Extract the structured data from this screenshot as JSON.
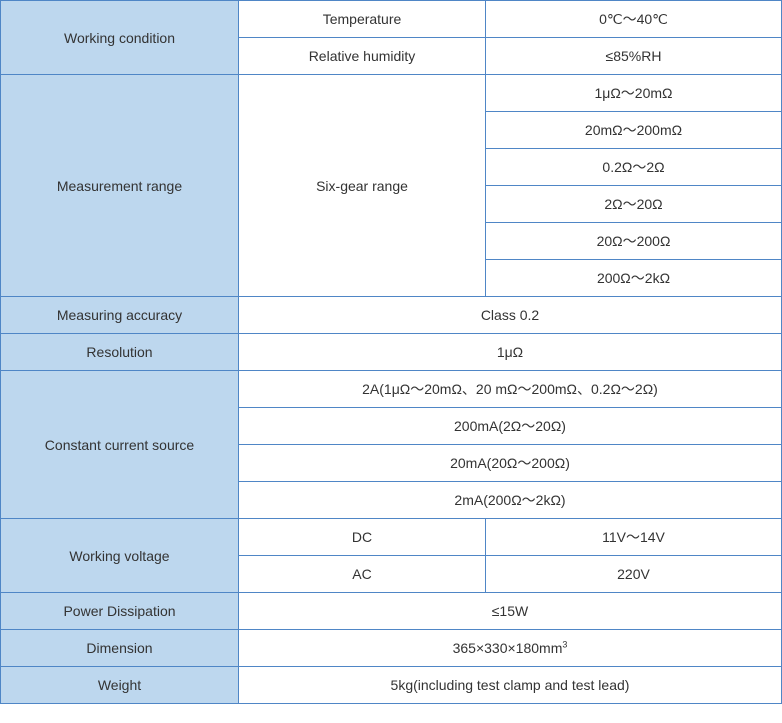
{
  "table": {
    "working_condition": {
      "label": "Working condition",
      "temperature_label": "Temperature",
      "temperature_value": "0℃～40℃",
      "humidity_label": "Relative humidity",
      "humidity_value": "≤85%RH"
    },
    "measurement_range": {
      "label": "Measurement range",
      "gear_label": "Six-gear range",
      "ranges": [
        "1μΩ～20mΩ",
        "20mΩ～200mΩ",
        "0.2Ω～2Ω",
        "2Ω～20Ω",
        "20Ω～200Ω",
        "200Ω～2kΩ"
      ]
    },
    "measuring_accuracy": {
      "label": "Measuring accuracy",
      "value": "Class 0.2"
    },
    "resolution": {
      "label": "Resolution",
      "value": "1μΩ"
    },
    "constant_current_source": {
      "label": "Constant current source",
      "values": [
        "2A(1μΩ～20mΩ、20 mΩ～200mΩ、0.2Ω～2Ω)",
        "200mA(2Ω～20Ω)",
        "20mA(20Ω～200Ω)",
        "2mA(200Ω～2kΩ)"
      ]
    },
    "working_voltage": {
      "label": "Working voltage",
      "dc_label": "DC",
      "dc_value": "11V～14V",
      "ac_label": "AC",
      "ac_value": "220V"
    },
    "power_dissipation": {
      "label": "Power Dissipation",
      "value": "≤15W"
    },
    "dimension": {
      "label": "Dimension",
      "value": "365×330×180mm",
      "unit_exponent": "3"
    },
    "weight": {
      "label": "Weight",
      "value": "5kg(including test clamp and test lead)"
    }
  }
}
